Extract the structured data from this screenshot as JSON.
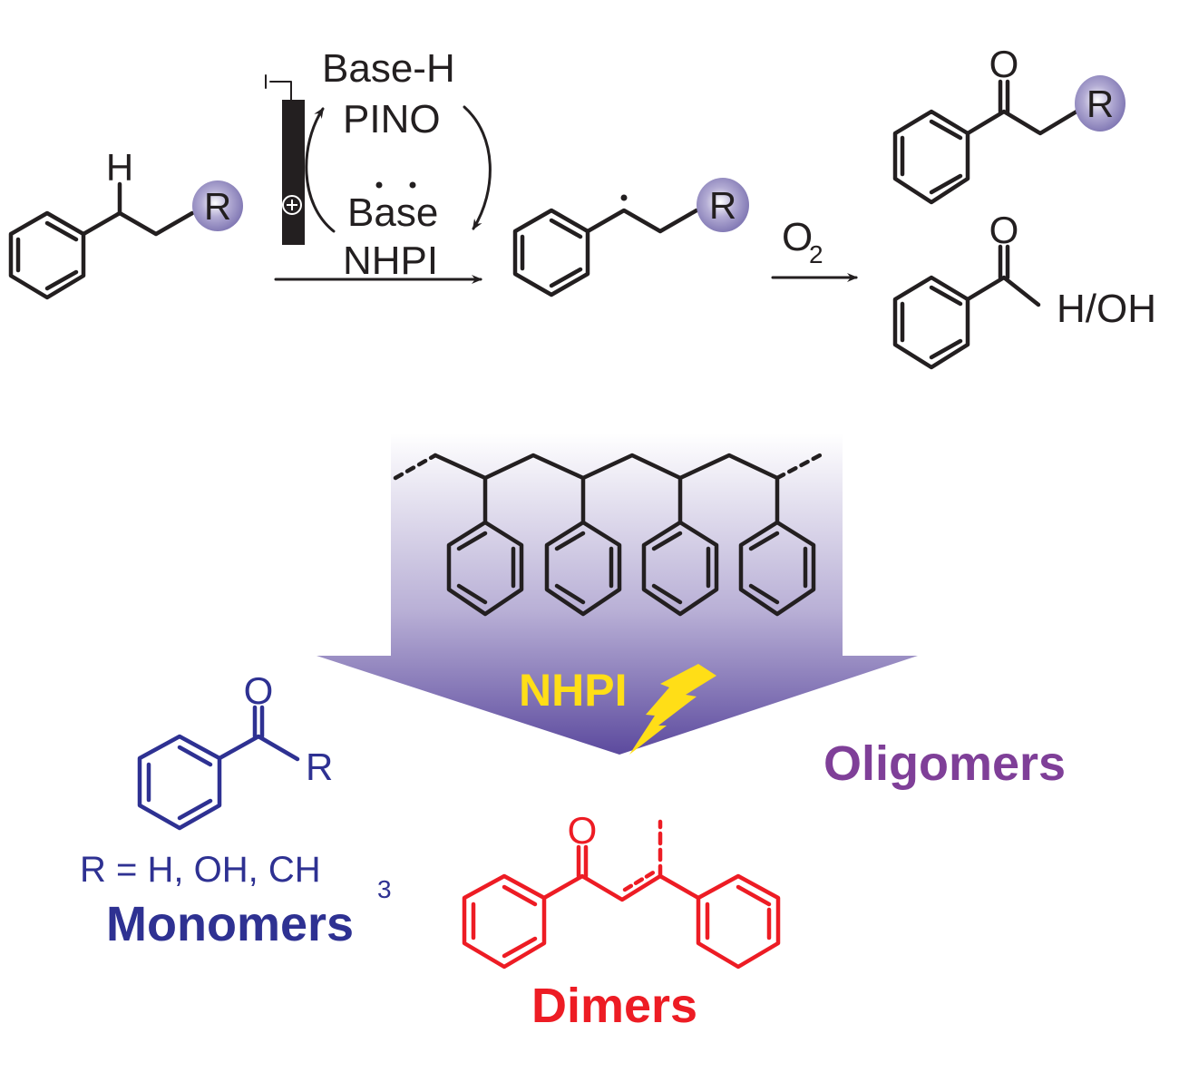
{
  "colors": {
    "ink": "#231f20",
    "r_group": "#7b72b0",
    "monomer": "#2e3192",
    "dimer": "#ed1c24",
    "oligomer": "#7f3f98",
    "catalyst_label": "#ffde17",
    "arrow_gradient_top": "#ffffff",
    "arrow_gradient_bottom": "#5c4a9e"
  },
  "top_scheme": {
    "substrate": {
      "h_label": "H",
      "r_label": "R"
    },
    "electrode": {
      "anode_symbol": "⊕"
    },
    "cycle": {
      "top_left": "Base-H",
      "top_right": "PINO",
      "bottom_left": "Base",
      "bottom_right": "NHPI",
      "lone_pair": "··"
    },
    "radical": {
      "r_label": "R"
    },
    "oxidant": {
      "label": "O",
      "subscript": "2"
    },
    "product_ketone": {
      "o_label": "O",
      "r_label": "R"
    },
    "product_aldehyde_acid": {
      "o_label": "O",
      "end_label": "H/OH"
    }
  },
  "polymer": {
    "name": "polystyrene",
    "catalyst_label": "NHPI",
    "lightning_icon": "lightning-bolt"
  },
  "products": {
    "monomers": {
      "o_label": "O",
      "r_label": "R",
      "definition": "R = H, OH, CH",
      "definition_subscript": "3",
      "title": "Monomers"
    },
    "dimers": {
      "o_label": "O",
      "title": "Dimers"
    },
    "oligomers": {
      "title": "Oligomers"
    }
  }
}
